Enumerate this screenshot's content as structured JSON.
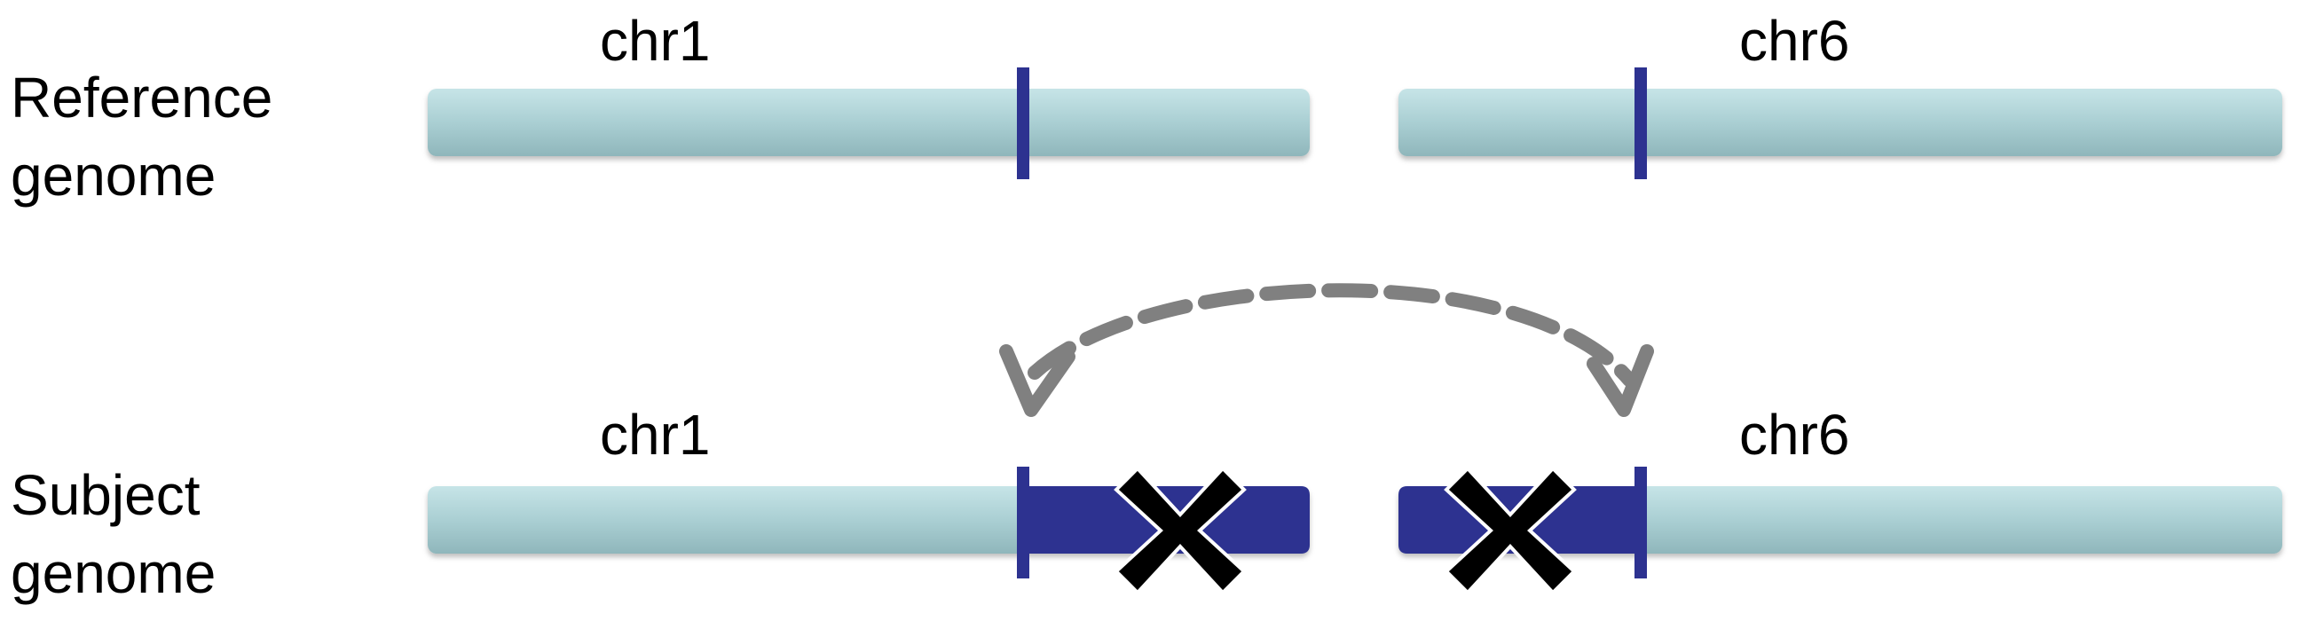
{
  "rows": [
    {
      "label_line1": "Reference",
      "label_line2": "genome"
    },
    {
      "label_line1": "Subject",
      "label_line2": "genome"
    }
  ],
  "chromosomes": {
    "reference": [
      {
        "name": "chr1"
      },
      {
        "name": "chr6"
      }
    ],
    "subject": [
      {
        "name": "chr1"
      },
      {
        "name": "chr6"
      }
    ]
  },
  "colors": {
    "chromosome_fill": "#a9cfd3",
    "chromosome_highlight": "#c8e6e9",
    "breakpoint": "#2d3290",
    "translocated_segment": "#2d3290",
    "arrow": "#808080",
    "x_mark": "#000000"
  },
  "icons": {
    "deletion_mark": "x-mark-icon",
    "swap_arrow": "dashed-curved-arrow-icon"
  }
}
